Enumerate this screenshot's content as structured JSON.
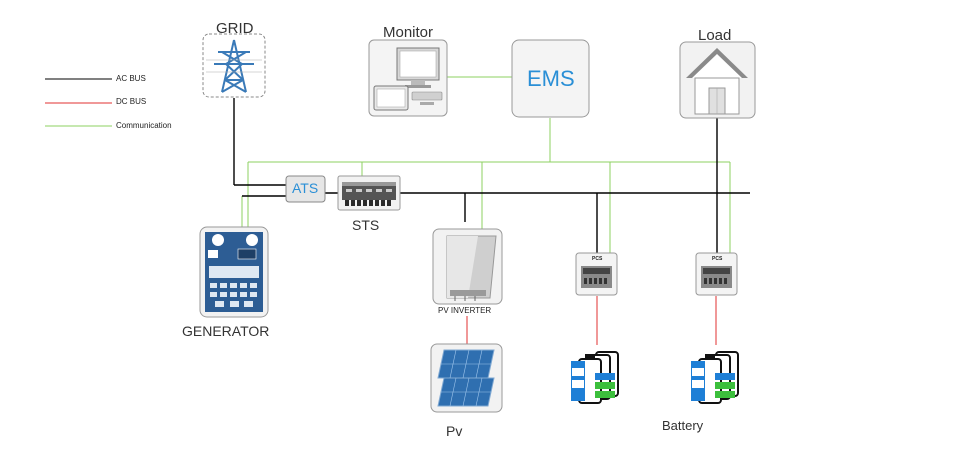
{
  "legend": {
    "ac_bus": "AC BUS",
    "dc_bus": "DC BUS",
    "communication": "Communication"
  },
  "colors": {
    "ac_bus": "#000000",
    "dc_bus": "#e03030",
    "communication": "#8cd060",
    "accent_blue": "#2a8fd6"
  },
  "nodes": {
    "grid": "GRID",
    "monitor": "Monitor",
    "ems": "EMS",
    "load": "Load",
    "ats": "ATS",
    "sts": "STS",
    "generator": "GENERATOR",
    "pv_inverter": "PV INVERTER",
    "pcs_1": "PCS",
    "pcs_2": "PCS",
    "pv": "Pv",
    "battery": "Battery"
  },
  "icons": {
    "grid": "transmission-tower-icon",
    "monitor": "computer-monitor-icon",
    "load": "house-icon",
    "sts": "switch-rack-icon",
    "generator": "generator-controller-icon",
    "pv_inverter": "inverter-icon",
    "pcs": "pcs-unit-icon",
    "pv": "solar-panel-icon",
    "battery": "battery-pack-icon"
  }
}
